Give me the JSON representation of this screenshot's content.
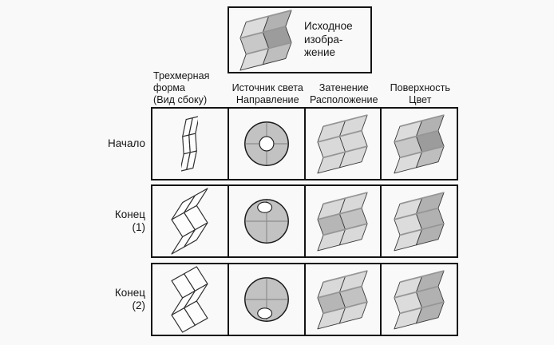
{
  "source_box": {
    "label_lines": [
      "Исходное",
      "изобра-",
      "жение"
    ],
    "figure": {
      "kind": "chevron-front",
      "tiles": [
        "#dcdcdc",
        "#c8c8c8",
        "#dcdcdc",
        "#b2b2b2",
        "#9c9c9c",
        "#bebebe"
      ]
    }
  },
  "column_headers": [
    [
      "Трехмерная",
      "форма",
      "(Вид сбоку)"
    ],
    [
      "Источник света",
      "Направление"
    ],
    [
      "Затенение",
      "Расположение"
    ],
    [
      "Поверхность",
      "Цвет"
    ]
  ],
  "rows": [
    {
      "label_lines": [
        "Начало"
      ],
      "cells": [
        {
          "kind": "side-strip",
          "variant": "flat"
        },
        {
          "kind": "light-circle",
          "hole": "center"
        },
        {
          "kind": "chevron-front",
          "tiles": [
            "#d9d9d9",
            "#d9d9d9",
            "#d9d9d9",
            "#d9d9d9",
            "#d9d9d9",
            "#d9d9d9"
          ]
        },
        {
          "kind": "chevron-front",
          "tiles": [
            "#dcdcdc",
            "#c8c8c8",
            "#dcdcdc",
            "#b2b2b2",
            "#9c9c9c",
            "#bebebe"
          ]
        }
      ]
    },
    {
      "label_lines": [
        "Конец",
        "(1)"
      ],
      "cells": [
        {
          "kind": "side-strip",
          "variant": "deep-1"
        },
        {
          "kind": "light-circle",
          "hole": "top"
        },
        {
          "kind": "chevron-front",
          "tiles": [
            "#d9d9d9",
            "#b6b6b6",
            "#d9d9d9",
            "#d9d9d9",
            "#c2c2c2",
            "#d9d9d9"
          ]
        },
        {
          "kind": "chevron-front",
          "tiles": [
            "#dcdcdc",
            "#dcdcdc",
            "#dcdcdc",
            "#b1b1b1",
            "#b1b1b1",
            "#b1b1b1"
          ]
        }
      ]
    },
    {
      "label_lines": [
        "Конец",
        "(2)"
      ],
      "cells": [
        {
          "kind": "side-strip",
          "variant": "deep-2"
        },
        {
          "kind": "light-circle",
          "hole": "bottom"
        },
        {
          "kind": "chevron-front",
          "tiles": [
            "#d9d9d9",
            "#b6b6b6",
            "#d9d9d9",
            "#d9d9d9",
            "#c2c2c2",
            "#d9d9d9"
          ]
        },
        {
          "kind": "chevron-front",
          "tiles": [
            "#dcdcdc",
            "#dcdcdc",
            "#dcdcdc",
            "#b1b1b1",
            "#b1b1b1",
            "#b1b1b1"
          ]
        }
      ]
    }
  ],
  "colors": {
    "background": "#f9f9f9",
    "border": "#141414",
    "tile_stroke": "#3a3a3a",
    "fold_edge": "#969696",
    "strip_fill": "#fdfdfd",
    "strip_stroke": "#2e2e2e",
    "circle_fill": "#c2c2c2",
    "circle_stroke": "#1a1a1a",
    "crosshair": "#8d8d8d",
    "hole_fill": "#ffffff",
    "hole_stroke": "#222222"
  }
}
